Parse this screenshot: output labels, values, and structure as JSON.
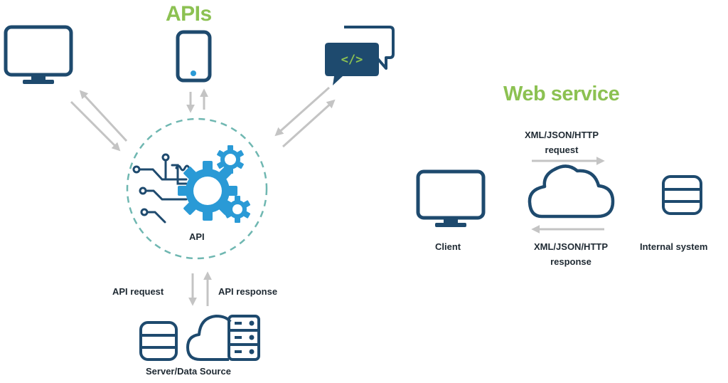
{
  "colors": {
    "navy": "#1e4a6e",
    "blue": "#2a9ad6",
    "green": "#8cc152",
    "gray": "#c4c4c4",
    "dashed": "#6fb7b1",
    "text": "#1f2a33"
  },
  "apis": {
    "title": "APIs",
    "center_label": "API",
    "request_label": "API request",
    "response_label": "API response",
    "source_label": "Server/Data Source",
    "code_glyph": "</>",
    "icons": [
      "monitor-icon",
      "smartphone-icon",
      "code-chat-icon",
      "gears-circuit-icon",
      "database-icon",
      "cloud-server-icon"
    ]
  },
  "web_service": {
    "title": "Web service",
    "request_label_line1": "XML/JSON/HTTP",
    "request_label_line2": "request",
    "response_label_line1": "XML/JSON/HTTP",
    "response_label_line2": "response",
    "client_label": "Client",
    "internal_label": "Internal system",
    "icons": [
      "monitor-icon",
      "cloud-icon",
      "database-icon"
    ]
  }
}
